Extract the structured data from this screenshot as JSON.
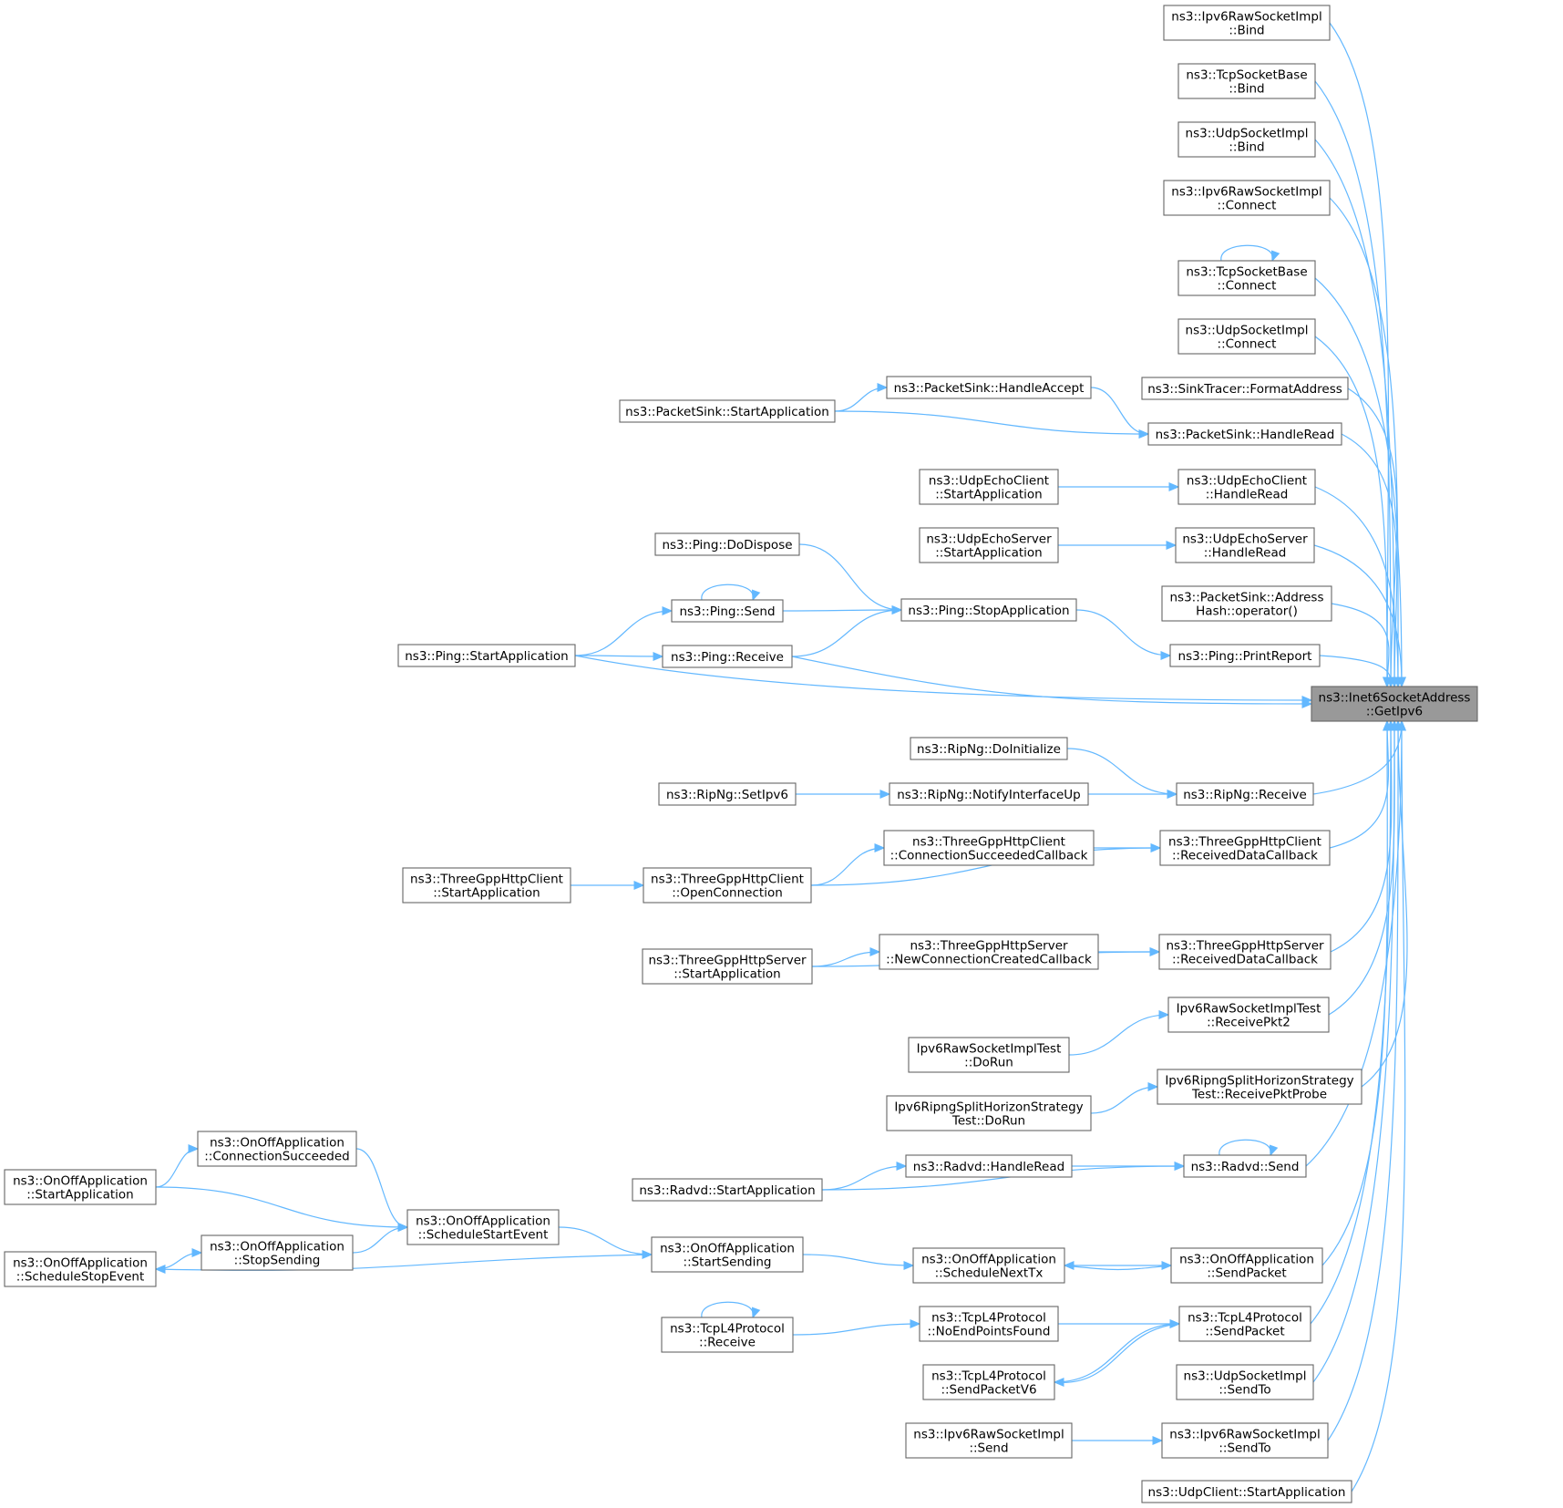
{
  "nodes": [
    {
      "id": "root",
      "lines": [
        "ns3::Inet6SocketAddress",
        "::GetIpv6"
      ],
      "root": true
    },
    {
      "id": "n1",
      "lines": [
        "ns3::Ipv6RawSocketImpl",
        "::Bind"
      ]
    },
    {
      "id": "n2",
      "lines": [
        "ns3::TcpSocketBase",
        "::Bind"
      ]
    },
    {
      "id": "n3",
      "lines": [
        "ns3::UdpSocketImpl",
        "::Bind"
      ]
    },
    {
      "id": "n4",
      "lines": [
        "ns3::Ipv6RawSocketImpl",
        "::Connect"
      ]
    },
    {
      "id": "n5",
      "lines": [
        "ns3::TcpSocketBase",
        "::Connect"
      ]
    },
    {
      "id": "n6",
      "lines": [
        "ns3::UdpSocketImpl",
        "::Connect"
      ]
    },
    {
      "id": "n7",
      "lines": [
        "ns3::SinkTracer::FormatAddress"
      ]
    },
    {
      "id": "n8",
      "lines": [
        "ns3::PacketSink::HandleRead"
      ]
    },
    {
      "id": "n9",
      "lines": [
        "ns3::PacketSink::HandleAccept"
      ]
    },
    {
      "id": "n10",
      "lines": [
        "ns3::PacketSink::StartApplication"
      ]
    },
    {
      "id": "n11",
      "lines": [
        "ns3::UdpEchoClient",
        "::HandleRead"
      ]
    },
    {
      "id": "n12",
      "lines": [
        "ns3::UdpEchoClient",
        "::StartApplication"
      ]
    },
    {
      "id": "n13",
      "lines": [
        "ns3::UdpEchoServer",
        "::HandleRead"
      ]
    },
    {
      "id": "n14",
      "lines": [
        "ns3::UdpEchoServer",
        "::StartApplication"
      ]
    },
    {
      "id": "n15",
      "lines": [
        "ns3::PacketSink::Address",
        "Hash::operator()"
      ]
    },
    {
      "id": "n16",
      "lines": [
        "ns3::Ping::PrintReport"
      ]
    },
    {
      "id": "n17",
      "lines": [
        "ns3::Ping::StopApplication"
      ]
    },
    {
      "id": "n18",
      "lines": [
        "ns3::Ping::DoDispose"
      ]
    },
    {
      "id": "n19",
      "lines": [
        "ns3::Ping::Send"
      ]
    },
    {
      "id": "n20",
      "lines": [
        "ns3::Ping::StartApplication"
      ]
    },
    {
      "id": "n21",
      "lines": [
        "ns3::Ping::Receive"
      ]
    },
    {
      "id": "n22",
      "lines": [
        "ns3::RipNg::Receive"
      ]
    },
    {
      "id": "n23",
      "lines": [
        "ns3::RipNg::DoInitialize"
      ]
    },
    {
      "id": "n24",
      "lines": [
        "ns3::RipNg::NotifyInterfaceUp"
      ]
    },
    {
      "id": "n25",
      "lines": [
        "ns3::RipNg::SetIpv6"
      ]
    },
    {
      "id": "n26",
      "lines": [
        "ns3::ThreeGppHttpClient",
        "::ReceivedDataCallback"
      ]
    },
    {
      "id": "n27",
      "lines": [
        "ns3::ThreeGppHttpClient",
        "::ConnectionSucceededCallback"
      ]
    },
    {
      "id": "n28",
      "lines": [
        "ns3::ThreeGppHttpClient",
        "::OpenConnection"
      ]
    },
    {
      "id": "n29",
      "lines": [
        "ns3::ThreeGppHttpClient",
        "::StartApplication"
      ]
    },
    {
      "id": "n30",
      "lines": [
        "ns3::ThreeGppHttpServer",
        "::ReceivedDataCallback"
      ]
    },
    {
      "id": "n31",
      "lines": [
        "ns3::ThreeGppHttpServer",
        "::NewConnectionCreatedCallback"
      ]
    },
    {
      "id": "n32",
      "lines": [
        "ns3::ThreeGppHttpServer",
        "::StartApplication"
      ]
    },
    {
      "id": "n33",
      "lines": [
        "Ipv6RawSocketImplTest",
        "::ReceivePkt2"
      ]
    },
    {
      "id": "n34",
      "lines": [
        "Ipv6RawSocketImplTest",
        "::DoRun"
      ]
    },
    {
      "id": "n35",
      "lines": [
        "Ipv6RipngSplitHorizonStrategy",
        "Test::ReceivePktProbe"
      ]
    },
    {
      "id": "n36",
      "lines": [
        "Ipv6RipngSplitHorizonStrategy",
        "Test::DoRun"
      ]
    },
    {
      "id": "n37",
      "lines": [
        "ns3::Radvd::Send"
      ]
    },
    {
      "id": "n38",
      "lines": [
        "ns3::Radvd::HandleRead"
      ]
    },
    {
      "id": "n39",
      "lines": [
        "ns3::Radvd::StartApplication"
      ]
    },
    {
      "id": "n40",
      "lines": [
        "ns3::OnOffApplication",
        "::SendPacket"
      ]
    },
    {
      "id": "n41",
      "lines": [
        "ns3::OnOffApplication",
        "::ScheduleNextTx"
      ]
    },
    {
      "id": "n42",
      "lines": [
        "ns3::OnOffApplication",
        "::StartSending"
      ]
    },
    {
      "id": "n43",
      "lines": [
        "ns3::OnOffApplication",
        "::ScheduleStartEvent"
      ]
    },
    {
      "id": "n44",
      "lines": [
        "ns3::OnOffApplication",
        "::ConnectionSucceeded"
      ]
    },
    {
      "id": "n45",
      "lines": [
        "ns3::OnOffApplication",
        "::StartApplication"
      ]
    },
    {
      "id": "n46",
      "lines": [
        "ns3::OnOffApplication",
        "::StopSending"
      ]
    },
    {
      "id": "n47",
      "lines": [
        "ns3::OnOffApplication",
        "::ScheduleStopEvent"
      ]
    },
    {
      "id": "n48",
      "lines": [
        "ns3::TcpL4Protocol",
        "::SendPacket"
      ]
    },
    {
      "id": "n49",
      "lines": [
        "ns3::TcpL4Protocol",
        "::NoEndPointsFound"
      ]
    },
    {
      "id": "n50",
      "lines": [
        "ns3::TcpL4Protocol",
        "::Receive"
      ]
    },
    {
      "id": "n51",
      "lines": [
        "ns3::TcpL4Protocol",
        "::SendPacketV6"
      ]
    },
    {
      "id": "n52",
      "lines": [
        "ns3::UdpSocketImpl",
        "::SendTo"
      ]
    },
    {
      "id": "n53",
      "lines": [
        "ns3::Ipv6RawSocketImpl",
        "::SendTo"
      ]
    },
    {
      "id": "n54",
      "lines": [
        "ns3::Ipv6RawSocketImpl",
        "::Send"
      ]
    },
    {
      "id": "n55",
      "lines": [
        "ns3::UdpClient::StartApplication"
      ]
    }
  ],
  "edges": [
    {
      "from": "n1",
      "to": "root"
    },
    {
      "from": "n2",
      "to": "root"
    },
    {
      "from": "n3",
      "to": "root"
    },
    {
      "from": "n4",
      "to": "root"
    },
    {
      "from": "n5",
      "to": "root"
    },
    {
      "from": "n5",
      "to": "n5"
    },
    {
      "from": "n6",
      "to": "root"
    },
    {
      "from": "n7",
      "to": "root"
    },
    {
      "from": "n8",
      "to": "root"
    },
    {
      "from": "n9",
      "to": "n8"
    },
    {
      "from": "n10",
      "to": "n9"
    },
    {
      "from": "n10",
      "to": "n8"
    },
    {
      "from": "n11",
      "to": "root"
    },
    {
      "from": "n12",
      "to": "n11"
    },
    {
      "from": "n13",
      "to": "root"
    },
    {
      "from": "n14",
      "to": "n13"
    },
    {
      "from": "n15",
      "to": "root"
    },
    {
      "from": "n16",
      "to": "root"
    },
    {
      "from": "n17",
      "to": "n16"
    },
    {
      "from": "n18",
      "to": "n17"
    },
    {
      "from": "n19",
      "to": "n17"
    },
    {
      "from": "n19",
      "to": "n19"
    },
    {
      "from": "n20",
      "to": "n19"
    },
    {
      "from": "n20",
      "to": "n21"
    },
    {
      "from": "n20",
      "to": "root"
    },
    {
      "from": "n21",
      "to": "n17"
    },
    {
      "from": "n21",
      "to": "root"
    },
    {
      "from": "n22",
      "to": "root"
    },
    {
      "from": "n23",
      "to": "n22"
    },
    {
      "from": "n24",
      "to": "n22"
    },
    {
      "from": "n25",
      "to": "n24"
    },
    {
      "from": "n26",
      "to": "root"
    },
    {
      "from": "n27",
      "to": "n26"
    },
    {
      "from": "n28",
      "to": "n27"
    },
    {
      "from": "n28",
      "to": "n26"
    },
    {
      "from": "n29",
      "to": "n28"
    },
    {
      "from": "n30",
      "to": "root"
    },
    {
      "from": "n31",
      "to": "n30"
    },
    {
      "from": "n32",
      "to": "n31"
    },
    {
      "from": "n32",
      "to": "n30"
    },
    {
      "from": "n33",
      "to": "root"
    },
    {
      "from": "n34",
      "to": "n33"
    },
    {
      "from": "n35",
      "to": "root"
    },
    {
      "from": "n36",
      "to": "n35"
    },
    {
      "from": "n37",
      "to": "root"
    },
    {
      "from": "n37",
      "to": "n37"
    },
    {
      "from": "n38",
      "to": "n37"
    },
    {
      "from": "n39",
      "to": "n38"
    },
    {
      "from": "n39",
      "to": "n37"
    },
    {
      "from": "n40",
      "to": "root"
    },
    {
      "from": "n40",
      "to": "n41"
    },
    {
      "from": "n41",
      "to": "n40"
    },
    {
      "from": "n42",
      "to": "n41"
    },
    {
      "from": "n42",
      "to": "n47"
    },
    {
      "from": "n43",
      "to": "n42"
    },
    {
      "from": "n44",
      "to": "n43"
    },
    {
      "from": "n45",
      "to": "n44"
    },
    {
      "from": "n45",
      "to": "n43"
    },
    {
      "from": "n46",
      "to": "n43"
    },
    {
      "from": "n47",
      "to": "n46"
    },
    {
      "from": "n48",
      "to": "root"
    },
    {
      "from": "n49",
      "to": "n48"
    },
    {
      "from": "n50",
      "to": "n49"
    },
    {
      "from": "n50",
      "to": "n50"
    },
    {
      "from": "n48",
      "to": "n51"
    },
    {
      "from": "n51",
      "to": "n48"
    },
    {
      "from": "n52",
      "to": "root"
    },
    {
      "from": "n53",
      "to": "root"
    },
    {
      "from": "n54",
      "to": "n53"
    },
    {
      "from": "n55",
      "to": "root"
    }
  ]
}
